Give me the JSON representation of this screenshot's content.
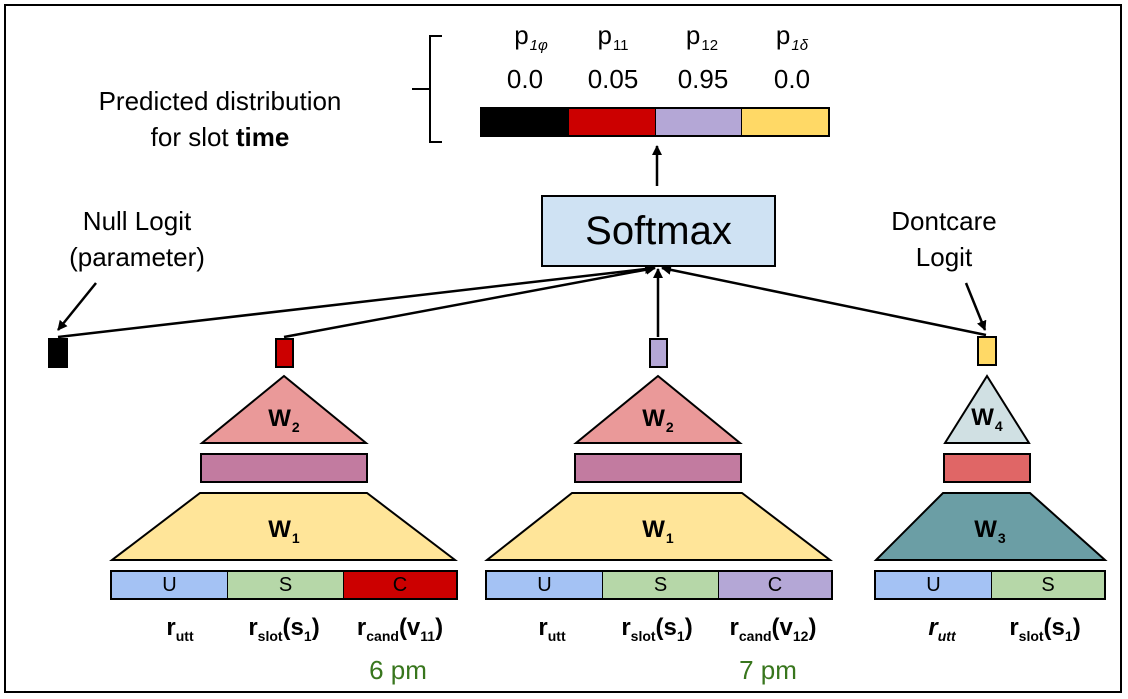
{
  "probabilities": {
    "labels": [
      {
        "base": "p",
        "sub": "1φ"
      },
      {
        "base": "p",
        "sub": "11"
      },
      {
        "base": "p",
        "sub": "12"
      },
      {
        "base": "p",
        "sub": "1δ"
      }
    ],
    "values": [
      "0.0",
      "0.05",
      "0.95",
      "0.0"
    ],
    "colors": [
      "#000000",
      "#cc0000",
      "#b4a7d6",
      "#ffd966"
    ]
  },
  "predicted": {
    "line1": "Predicted distribution",
    "line2_prefix": "for slot",
    "slot_name": "time"
  },
  "softmax_label": "Softmax",
  "null_logit": {
    "line1": "Null Logit",
    "line2": "(parameter)"
  },
  "dontcare_logit": {
    "line1": "Dontcare",
    "line2": "Logit"
  },
  "weights": {
    "w1": {
      "base": "W",
      "sub": "1"
    },
    "w2": {
      "base": "W",
      "sub": "2"
    },
    "w3": {
      "base": "W",
      "sub": "3"
    },
    "w4": {
      "base": "W",
      "sub": "4"
    }
  },
  "segments": {
    "u": "U",
    "s": "S",
    "c": "C"
  },
  "inputs": {
    "r": "r",
    "utt_sub": "utt",
    "slot_sub": "slot",
    "cand_sub": "cand",
    "s1": {
      "open": "(s",
      "sub": "1",
      "close": ")"
    },
    "v11": {
      "open": "(v",
      "sub": "11",
      "close": ")"
    },
    "v12": {
      "open": "(v",
      "sub": "12",
      "close": ")"
    }
  },
  "candidate_values": [
    "6 pm",
    "7 pm"
  ],
  "colors": {
    "softmax_fill": "#cfe2f3",
    "w2_fill": "#ea9999",
    "hidden_fill": "#c27ba0",
    "w1_fill": "#ffe599",
    "w3_fill": "#6b9ea5",
    "w4_fill": "#d0e0e3",
    "dontcare_hidden": "#e06666",
    "u_fill": "#a4c2f4",
    "s_fill": "#b6d7a8",
    "c1_fill": "#cc0000",
    "c2_fill": "#b4a7d6",
    "text_green": "#38761d"
  }
}
